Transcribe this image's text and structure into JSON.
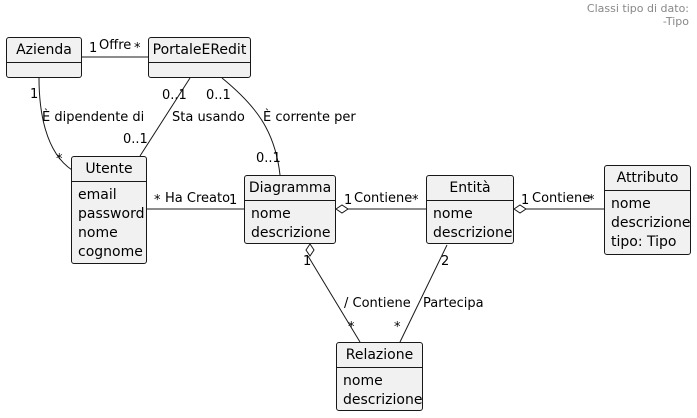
{
  "note": {
    "line1": "Classi tipo di dato:",
    "line2": "-Tipo"
  },
  "classes": {
    "azienda": {
      "name": "Azienda",
      "attributes": []
    },
    "portale": {
      "name": "PortaleERedit",
      "attributes": []
    },
    "utente": {
      "name": "Utente",
      "attributes": [
        "email",
        "password",
        "nome",
        "cognome"
      ]
    },
    "diagramma": {
      "name": "Diagramma",
      "attributes": [
        "nome",
        "descrizione"
      ]
    },
    "entita": {
      "name": "Entità",
      "attributes": [
        "nome",
        "descrizione"
      ]
    },
    "attributo": {
      "name": "Attributo",
      "attributes": [
        "nome",
        "descrizione",
        "tipo: Tipo"
      ]
    },
    "relazione": {
      "name": "Relazione",
      "attributes": [
        "nome",
        "descrizione"
      ]
    }
  },
  "associations": {
    "offre": {
      "label": "Offre",
      "mult_from": "1",
      "mult_to": "*"
    },
    "dipendente": {
      "label": "È dipendente di",
      "mult_from": "1",
      "mult_to": "*"
    },
    "sta_usando": {
      "label": "Sta usando",
      "mult_from": "0..1",
      "mult_to": "0..1"
    },
    "corrente_per": {
      "label": "È corrente per",
      "mult_from": "0..1",
      "mult_to": "0..1"
    },
    "ha_creato": {
      "label": "Ha Creato",
      "mult_from": "*",
      "mult_to": "1"
    },
    "contiene_entita": {
      "label": "Contiene",
      "mult_from": "1",
      "mult_to": "*"
    },
    "contiene_attributo": {
      "label": "Contiene",
      "mult_from": "1",
      "mult_to": "*"
    },
    "contiene_relazione": {
      "label": "/ Contiene",
      "mult_from": "1",
      "mult_to": "*"
    },
    "partecipa": {
      "label": "Partecipa",
      "mult_from": "2",
      "mult_to": "*"
    }
  }
}
